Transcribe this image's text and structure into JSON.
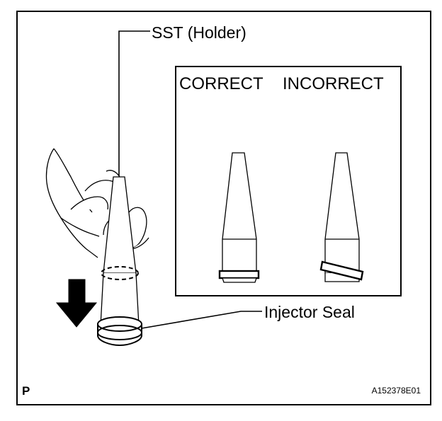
{
  "labels": {
    "sst_holder": "SST (Holder)",
    "correct": "CORRECT",
    "incorrect": "INCORRECT",
    "injector_seal": "Injector Seal",
    "view_code": "P",
    "figure_id": "A152378E01"
  },
  "colors": {
    "ink": "#000000",
    "paper": "#ffffff"
  },
  "icons": {
    "arrow": "down-arrow-icon"
  }
}
